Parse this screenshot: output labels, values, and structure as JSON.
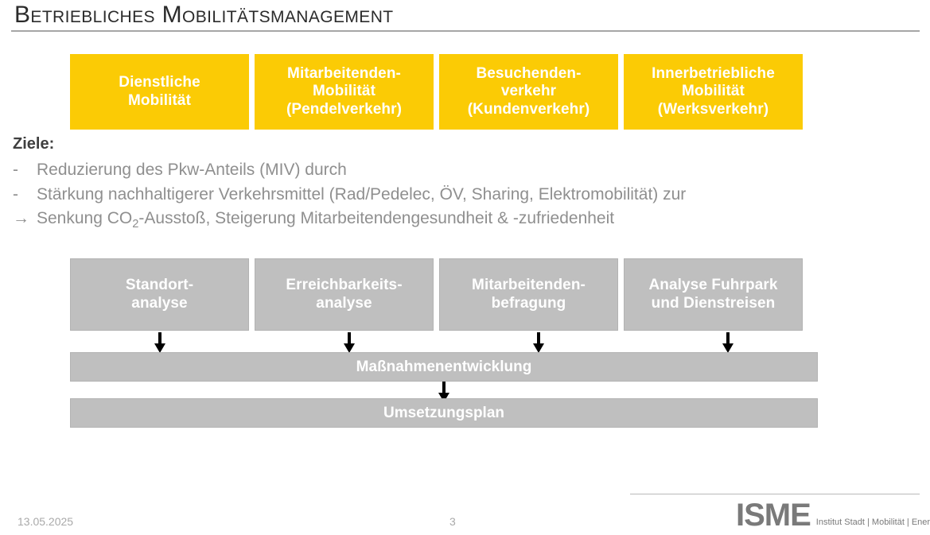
{
  "slide": {
    "title": "Betriebliches Mobilitätsmanagement"
  },
  "mobility_categories": {
    "accent_color": "#FBCB05",
    "text_color": "#FFFFFF",
    "items": [
      {
        "label": "Dienstliche\nMobilität",
        "line1": "Dienstliche",
        "line2": "Mobilität",
        "line3": ""
      },
      {
        "label": "Mitarbeitenden-Mobilität (Pendelverkehr)",
        "line1": "Mitarbeitenden-",
        "line2": "Mobilität",
        "line3": "(Pendelverkehr)"
      },
      {
        "label": "Besuchendenverkehr (Kundenverkehr)",
        "line1": "Besuchenden-",
        "line2": "verkehr",
        "line3": "(Kundenverkehr)"
      },
      {
        "label": "Innerbetriebliche Mobilität (Werksverkehr)",
        "line1": "Innerbetriebliche",
        "line2": "Mobilität",
        "line3": "(Werksverkehr)"
      }
    ]
  },
  "goals": {
    "heading": "Ziele:",
    "lines": [
      {
        "marker": "-",
        "text": "Reduzierung des Pkw-Anteils (MIV) durch"
      },
      {
        "marker": "-",
        "text": "Stärkung nachhaltigerer Verkehrsmittel (Rad/Pedelec, ÖV, Sharing, Elektromobilität) zur"
      }
    ],
    "conclusion": {
      "marker": "→",
      "prefix": "Senkung CO",
      "subscript": "2",
      "suffix": "-Ausstoß, Steigerung Mitarbeitendengesundheit & -zufriedenheit"
    }
  },
  "process": {
    "box_color": "#BFBFBF",
    "text_color": "#FFFFFF",
    "analysis_steps": [
      {
        "label": "Standortanalyse",
        "line1": "Standort-",
        "line2": "analyse"
      },
      {
        "label": "Erreichbarkeitsanalyse",
        "line1": "Erreichbarkeits-",
        "line2": "analyse"
      },
      {
        "label": "Mitarbeitendenbefragung",
        "line1": "Mitarbeitenden-",
        "line2": "befragung"
      },
      {
        "label": "Analyse Fuhrpark und Dienstreisen",
        "line1": "Analyse Fuhrpark",
        "line2": "und Dienstreisen"
      }
    ],
    "bars": [
      {
        "label": "Maßnahmenentwicklung"
      },
      {
        "label": "Umsetzungsplan"
      }
    ]
  },
  "footer": {
    "date": "13.05.2025",
    "page_number": "3",
    "logo_mark": "ISME",
    "logo_subtitle": "Institut Stadt | Mobilität | Energie"
  }
}
